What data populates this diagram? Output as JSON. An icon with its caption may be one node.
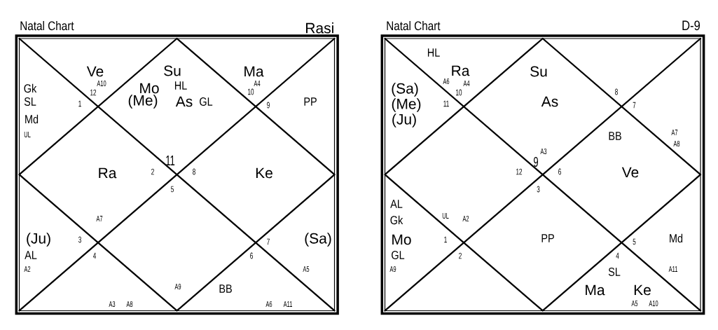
{
  "diagram": {
    "nodes": [
      {
        "text": [
          "Natal Chart",
          "Rasi"
        ]
      },
      {
        "text": [
          "Su",
          "Mo",
          "HL",
          "(Me)",
          "As",
          "GL",
          "11"
        ],
        "in": 0
      },
      {
        "text": [
          "Ve",
          "A10",
          "12"
        ],
        "in": 0
      },
      {
        "text": [
          "Gk",
          "SL",
          "1",
          "Md",
          "UL"
        ],
        "in": 0
      },
      {
        "text": [
          "Ra",
          "2",
          "A7"
        ],
        "in": 0
      },
      {
        "text": [
          "(Ju)",
          "3",
          "AL",
          "A2"
        ],
        "in": 0
      },
      {
        "text": [
          "4",
          "A3",
          "A8"
        ],
        "in": 0
      },
      {
        "text": [
          "5",
          "A9"
        ],
        "in": 0
      },
      {
        "text": [
          "6",
          "BB",
          "A6",
          "A11"
        ],
        "in": 0
      },
      {
        "text": [
          "7",
          "(Sa)",
          "A5"
        ],
        "in": 0
      },
      {
        "text": [
          "8",
          "Ke"
        ],
        "in": 0
      },
      {
        "text": [
          "9",
          "PP"
        ],
        "in": 0
      },
      {
        "text": [
          "Ma",
          "A4",
          "10"
        ],
        "in": 0
      },
      {
        "text": [
          "Natal Chart",
          "D-9"
        ]
      },
      {
        "text": [
          "Su",
          "As",
          "A3",
          "9"
        ],
        "in": 13
      },
      {
        "text": [
          "HL",
          "Ra",
          "A6",
          "A4",
          "10"
        ],
        "in": 13
      },
      {
        "text": [
          "(Sa)",
          "(Me)",
          "11",
          "(Ju)"
        ],
        "in": 13
      },
      {
        "text": [
          "12",
          "UL",
          "A2"
        ],
        "in": 13
      },
      {
        "text": [
          "AL",
          "Gk",
          "Mo",
          "1",
          "GL",
          "A9"
        ],
        "in": 13
      },
      {
        "text": [
          "2"
        ],
        "in": 13
      },
      {
        "text": [
          "3",
          "PP"
        ],
        "in": 13
      },
      {
        "text": [
          "4",
          "SL",
          "Ma",
          "Ke",
          "A5",
          "A10"
        ],
        "in": 13
      },
      {
        "text": [
          "5",
          "Md",
          "A11"
        ],
        "in": 13
      },
      {
        "text": [
          "BB",
          "6",
          "Ve"
        ],
        "in": 13
      },
      {
        "text": [
          "7",
          "A7",
          "A8"
        ],
        "in": 13
      },
      {
        "text": [
          "8"
        ],
        "in": 13
      }
    ]
  }
}
